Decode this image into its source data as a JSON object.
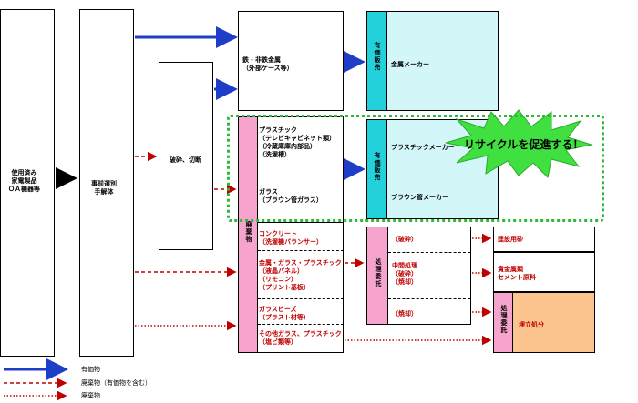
{
  "source_box": "使用済み\n家電製品\nＯＡ機器等",
  "preprocess_box": "事前選別\n手解体",
  "shred_box": "破砕、切断",
  "metal_box": "鉄・非鉄金属\n（外部ケース等）",
  "sale_label_1": "有価販売",
  "metal_maker": "金属メーカー",
  "plastic_group": "プラスチック\n（テレビキャビネット類）\n（冷蔵庫庫内部品）\n（洗濯槽）",
  "glass_group": "ガラス\n（ブラウン管ガラス）",
  "sale_label_2": "有価販売",
  "plastic_maker": "プラスチックメーカー",
  "crt_maker": "ブラウン管メーカー",
  "burst_text": "リサイクルを促進する！",
  "waste_label": "廃棄物",
  "concrete_item": "コンクリート\n（洗濯機バランサー）",
  "mixed_item": "金属・ガラス・プラスチック\n（液晶パネル）\n（リモコン）\n（プリント基板）",
  "beads_item": "ガラスビーズ\n（ブラスト材等）",
  "other_item": "その他ガラス、プラスチック\n（塩ビ類等）",
  "contract_label": "処理委託",
  "crush_label": "（破砕）",
  "mid_process": "中間処理\n（破砕）\n（焼却）",
  "incin_label": "（焼却）",
  "sand_label": "建設用砂",
  "precious_label": "貴金属類\nセメント原料",
  "contract_label_2": "処理委託",
  "landfill_label": "埋立処分",
  "legend": [
    {
      "label": "有価物"
    },
    {
      "label": "廃棄物（有価物を含む）"
    },
    {
      "label": "廃棄物"
    }
  ]
}
